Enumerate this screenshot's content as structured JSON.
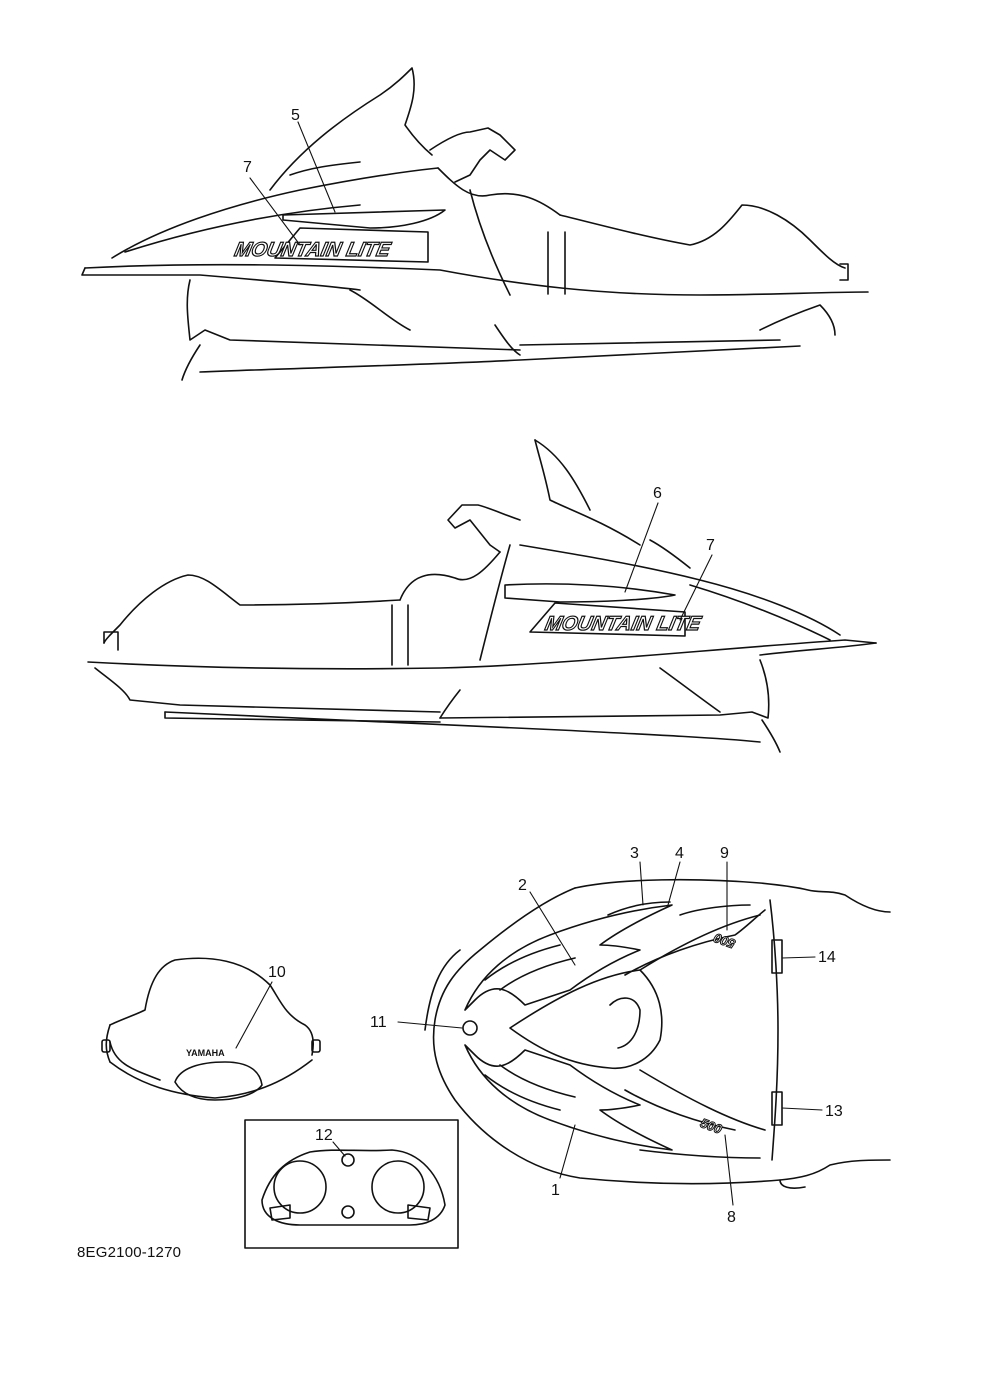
{
  "callouts": {
    "c1": "1",
    "c2": "2",
    "c3": "3",
    "c4": "4",
    "c5": "5",
    "c6": "6",
    "c7a": "7",
    "c7b": "7",
    "c8": "8",
    "c9": "9",
    "c10": "10",
    "c11": "11",
    "c12": "12",
    "c13": "13",
    "c14": "14"
  },
  "decals": {
    "side_logo": "MOUNTAIN LITE",
    "windshield_logo": "YAMAHA",
    "model_number": "500"
  },
  "reference_code": "8EG2100-1270"
}
